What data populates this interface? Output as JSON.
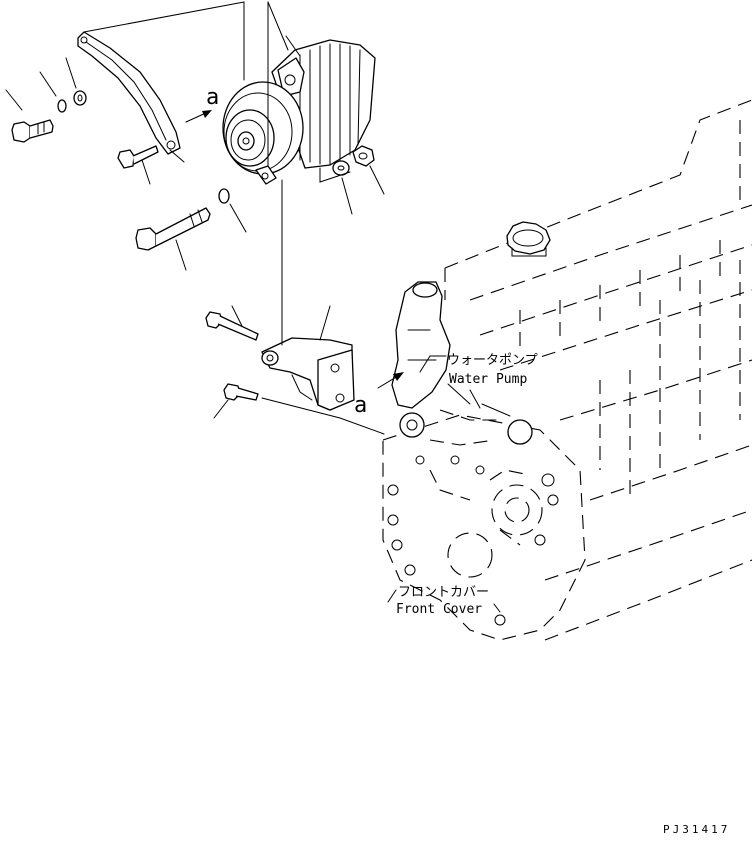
{
  "labels": {
    "water_pump_jp": "ウォータポンプ",
    "water_pump_en": "Water Pump",
    "front_cover_jp": "フロントカバー",
    "front_cover_en": "Front Cover",
    "ref_a_upper": "a",
    "ref_a_lower": "a",
    "drawing_id": "PJ31417"
  },
  "icons": {
    "arrow": "reference-arrow-icon"
  }
}
